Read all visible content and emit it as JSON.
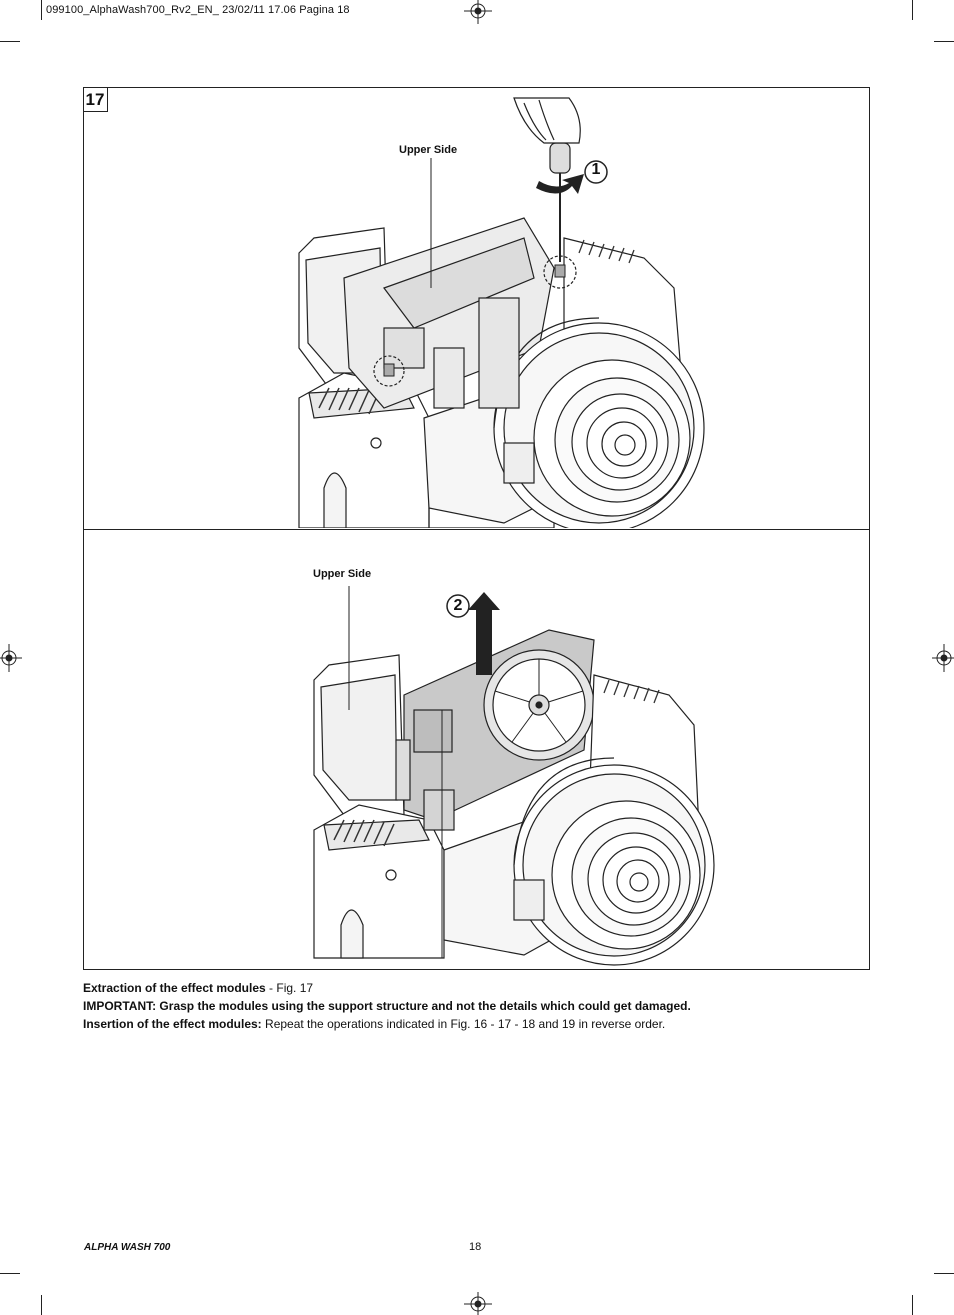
{
  "slug": "099100_AlphaWash700_Rv2_EN_  23/02/11  17.06  Pagina 18",
  "figure": {
    "number": "17",
    "top_panel": {
      "label": "Upper Side",
      "step": "1"
    },
    "bottom_panel": {
      "label": "Upper Side",
      "step": "2"
    }
  },
  "caption": {
    "line1_bold": "Extraction of the effect modules",
    "line1_rest": " - Fig. 17",
    "line2_bold": "IMPORTANT: Grasp the modules using the support structure and not the details which could get damaged.",
    "line3_bold": "Insertion of the effect modules:",
    "line3_rest": " Repeat the operations indicated in Fig. 16 - 17 - 18 and 19 in reverse order."
  },
  "footer": {
    "product": "ALPHA WASH 700",
    "page_number": "18"
  }
}
